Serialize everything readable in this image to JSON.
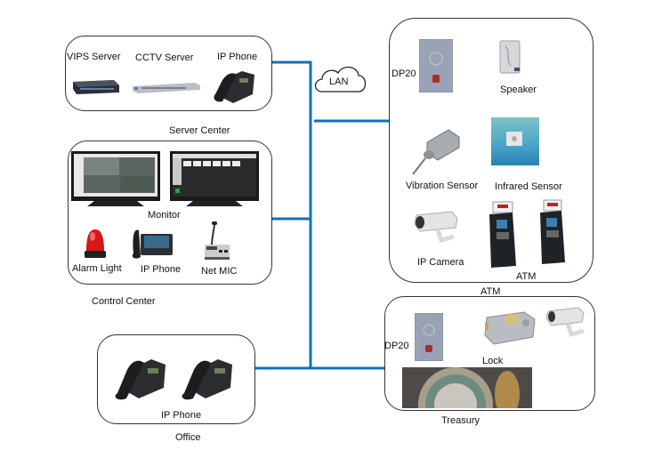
{
  "network": {
    "cloud_label": "LAN",
    "colors": {
      "lan_line": "#0f6fc0",
      "device_link": "#7a1f1f",
      "box_border": "#333333"
    }
  },
  "server_center": {
    "title": "Server Center",
    "devices": [
      {
        "label": "VIPS Server",
        "icon": "rack-server-icon"
      },
      {
        "label": "CCTV Server",
        "icon": "rack-server-icon"
      },
      {
        "label": "IP Phone",
        "icon": "desk-phone-icon"
      }
    ]
  },
  "control_center": {
    "title": "Control Center",
    "monitor_label": "Monitor",
    "devices": [
      {
        "label": "Alarm Light",
        "icon": "alarm-light-icon"
      },
      {
        "label": "IP Phone",
        "icon": "video-phone-icon"
      },
      {
        "label": "Net MIC",
        "icon": "net-mic-icon"
      }
    ]
  },
  "office": {
    "title": "Office",
    "devices": [
      {
        "label": "IP Phone",
        "icon": "desk-phone-icon"
      }
    ]
  },
  "atm": {
    "title": "ATM",
    "devices": [
      {
        "label": "DP20",
        "icon": "door-phone-icon"
      },
      {
        "label": "Speaker",
        "icon": "speaker-icon"
      },
      {
        "label": "Vibration Sensor",
        "icon": "vibration-sensor-icon"
      },
      {
        "label": "Infrared Sensor",
        "icon": "infrared-sensor-icon"
      },
      {
        "label": "IP Camera",
        "icon": "ip-camera-icon"
      },
      {
        "label": "ATM",
        "icon": "atm-machine-icon"
      }
    ]
  },
  "treasury": {
    "title": "Treasury",
    "devices": [
      {
        "label": "DP20",
        "icon": "door-phone-icon"
      },
      {
        "label": "Lock",
        "icon": "lock-icon"
      },
      {
        "label": "",
        "icon": "ip-camera-icon"
      },
      {
        "label": "",
        "icon": "vault-door-icon"
      }
    ]
  }
}
